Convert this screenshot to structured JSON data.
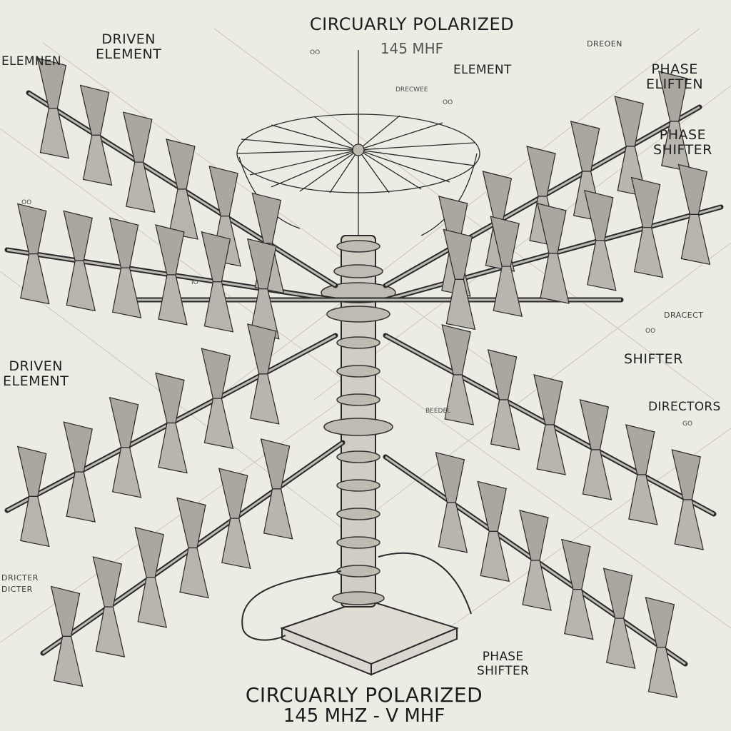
{
  "title_top": {
    "line1": "CIRCUARLY POLARIZED",
    "line2": "145 MHF"
  },
  "title_bottom": {
    "line1": "CIRCUARLY POLARIZED",
    "line2": "145 MHZ - V MHF"
  },
  "labels": {
    "elemnen": "ELEMNEN",
    "driven_element_top": [
      "DRIVEN",
      "ELEMENT"
    ],
    "element_top": "ELEMENT",
    "dreoen": "DREOEN",
    "phase_eliften": [
      "PHASE",
      "ELIFTEN"
    ],
    "phase_shifter_right": [
      "PHASE",
      "SHIFTER"
    ],
    "driven_element_left": [
      "DRIVEN",
      "ELEMENT"
    ],
    "shifter_right": "SHIFTER",
    "dracect": "DRACECT",
    "directors": "DIRECTORS",
    "phase_shifter_bottom": [
      "PHASE",
      "SHIFTER"
    ],
    "dricter_left": [
      "DRICTER",
      "DICTER"
    ],
    "drecwee": "DRECWEE",
    "beedel": "BEEDEL",
    "small_marks": [
      "OO",
      "IO",
      "OO",
      "OO",
      "GO",
      "OO"
    ]
  }
}
